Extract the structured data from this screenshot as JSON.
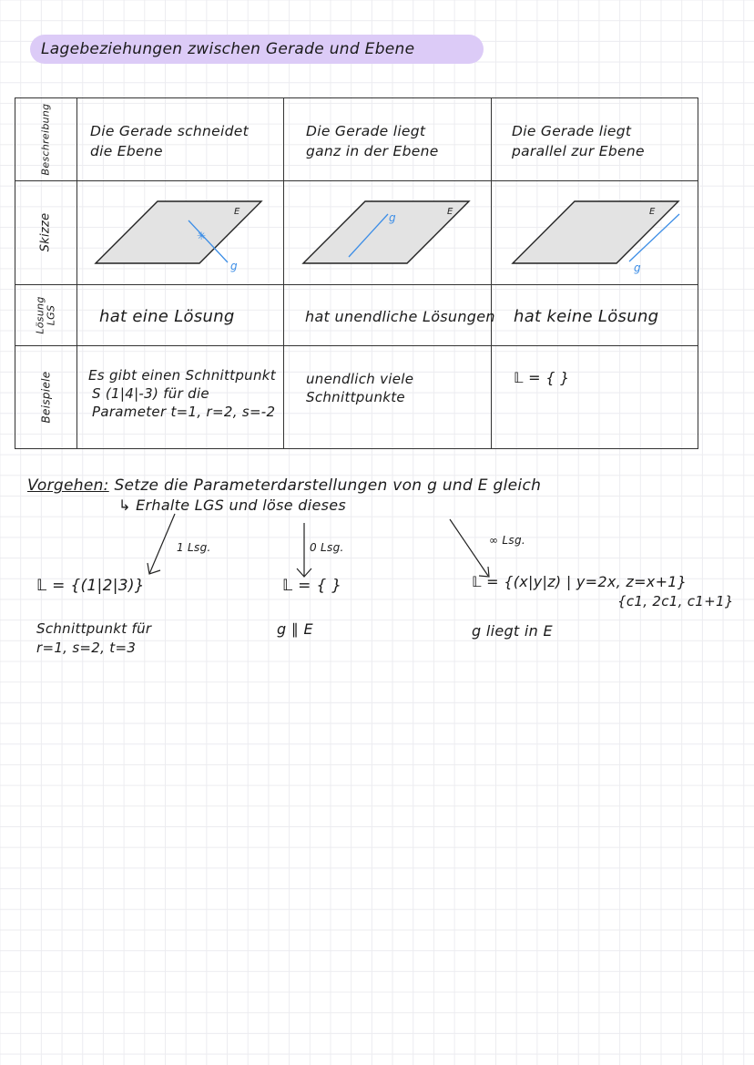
{
  "title": "Lagebeziehungen zwischen Gerade und Ebene",
  "table": {
    "row_labels": {
      "beschreibung": "Beschreibung",
      "skizze": "Skizze",
      "loesung_line1": "Lösung",
      "loesung_line2": "LGS",
      "beispiele": "Beispiele"
    },
    "columns": [
      {
        "beschreibung_line1": "Die Gerade schneidet",
        "beschreibung_line2": "die Ebene",
        "sketch": {
          "plane_label": "E",
          "line_label": "g",
          "type": "intersecting"
        },
        "loesung": "hat eine Lösung",
        "beispiel_line1": "Es gibt einen Schnittpunkt",
        "beispiel_line2": "S (1|4|-3) für die",
        "beispiel_line3": "Parameter t=1, r=2, s=-2"
      },
      {
        "beschreibung_line1": "Die Gerade liegt",
        "beschreibung_line2": "ganz in der Ebene",
        "sketch": {
          "plane_label": "E",
          "line_label": "g",
          "type": "in-plane"
        },
        "loesung": "hat unendliche Lösungen",
        "beispiel_line1": "unendlich viele",
        "beispiel_line2": "Schnittpunkte"
      },
      {
        "beschreibung_line1": "Die Gerade liegt",
        "beschreibung_line2": "parallel zur Ebene",
        "sketch": {
          "plane_label": "E",
          "line_label": "g",
          "type": "parallel"
        },
        "loesung": "hat keine Lösung",
        "beispiel_line1": "𝕃 = { }"
      }
    ]
  },
  "procedure": {
    "label": "Vorgehen:",
    "step1": "Setze die Parameterdarstellungen von g und E gleich",
    "step2": "↳ Erhalte LGS und löse dieses",
    "branches": [
      {
        "arrow_label": "1 Lsg.",
        "solution": "𝕃 = {(1|2|3)}",
        "note_line1": "Schnittpunkt für",
        "note_line2": "r=1, s=2, t=3"
      },
      {
        "arrow_label": "0 Lsg.",
        "solution": "𝕃 = { }",
        "note_line1": "g ∥ E"
      },
      {
        "arrow_label": "∞ Lsg.",
        "solution": "𝕃 = {(x|y|z) | y=2x, z=x+1}",
        "solution_line2": "{c1, 2c1, c1+1}",
        "note_line1": "g liegt in E"
      }
    ]
  },
  "colors": {
    "title_highlight": "#dccbf7",
    "line_blue": "#3d8ee6",
    "plane_fill": "#e3e3e3",
    "grid": "#ececf0"
  }
}
